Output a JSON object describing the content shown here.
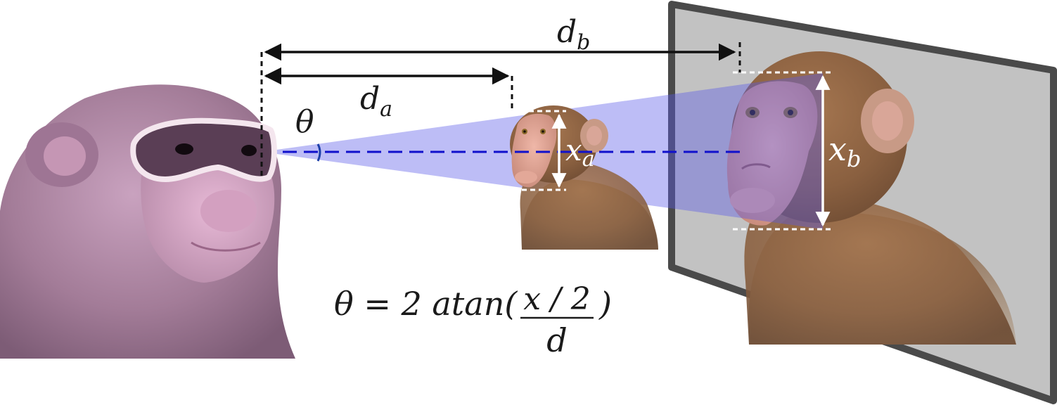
{
  "labels": {
    "d_b": {
      "main": "d",
      "sub": "b"
    },
    "d_a": {
      "main": "d",
      "sub": "a"
    },
    "theta": "θ",
    "x_a": {
      "main": "x",
      "sub": "a"
    },
    "x_b": {
      "main": "x",
      "sub": "b"
    }
  },
  "formula": {
    "lhs": "θ = 2 atan(",
    "numerator": "x / 2",
    "rhs": ")",
    "denominator": "d"
  },
  "colors": {
    "view_cone": "#6f6ff0",
    "sight_line": "#1010cc",
    "screen_frame": "#4a4a4a",
    "screen_surface": "#c2c2c2",
    "goggles": "#f4e6ee",
    "monkey_fur": "#8a6040",
    "observer_tint": "#b08aa8"
  },
  "icons": {
    "observer": "monkey-with-goggles",
    "near_stimulus": "monkey-bust-small",
    "far_stimulus": "monkey-bust-large"
  }
}
